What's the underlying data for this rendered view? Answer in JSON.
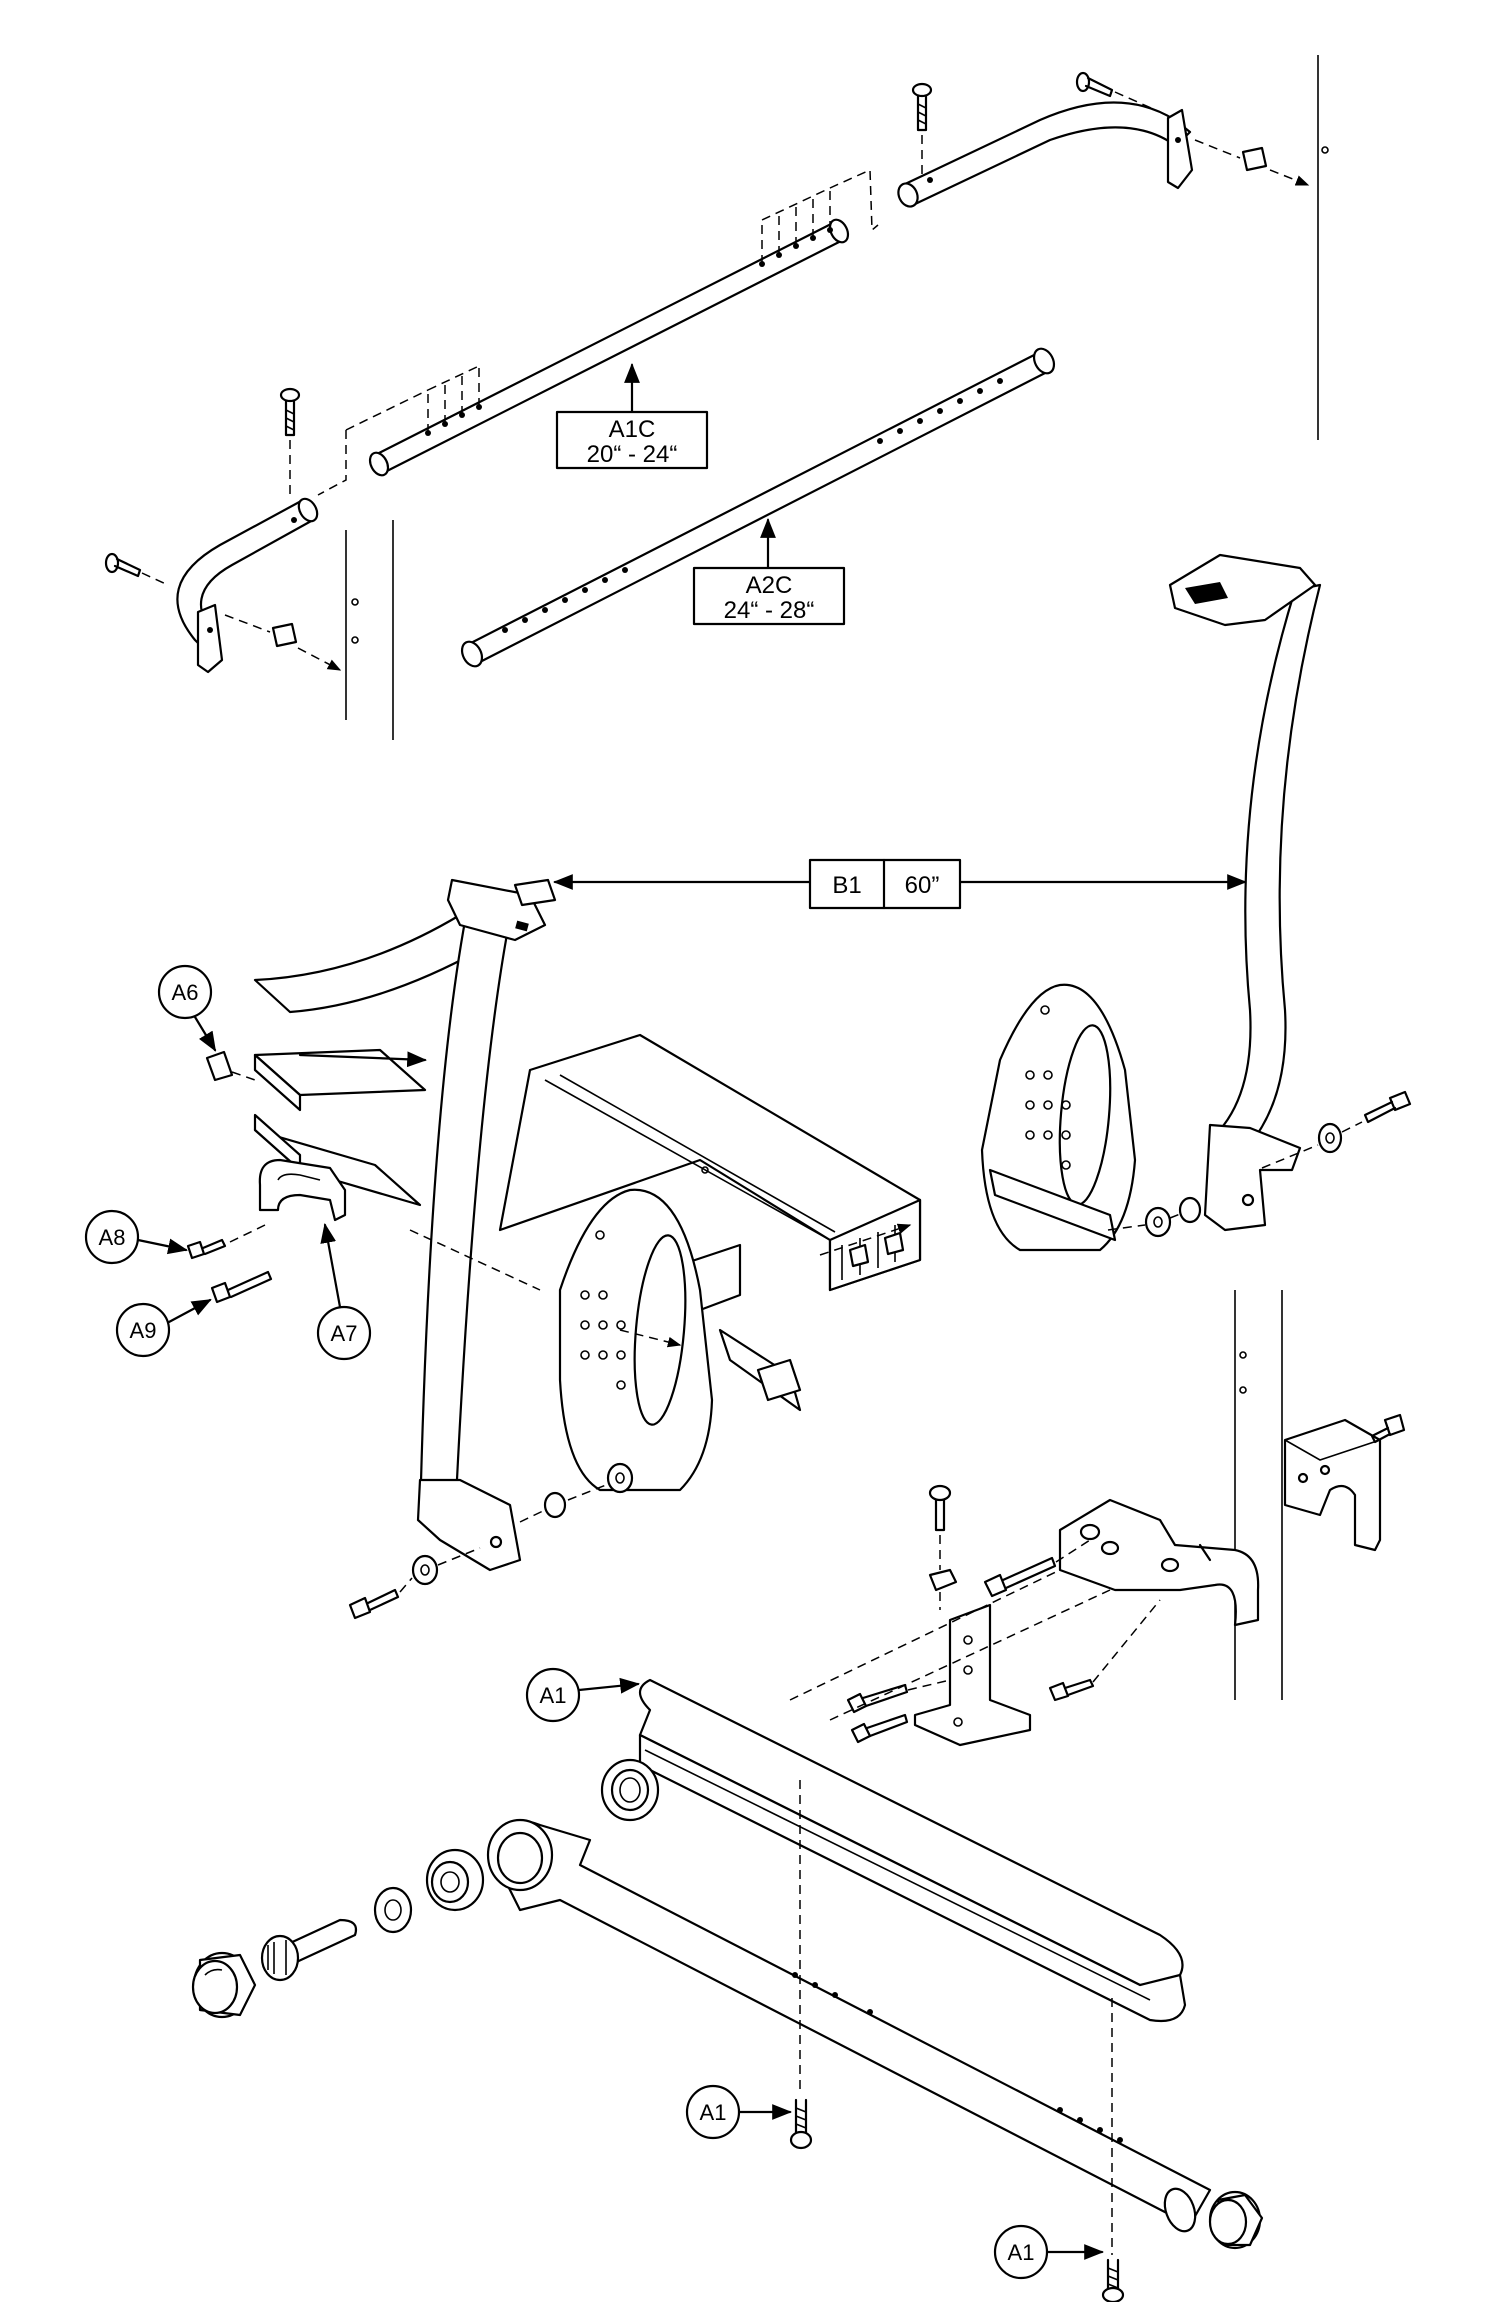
{
  "diagram": {
    "labels": {
      "a1c_code": "A1C",
      "a1c_range": "20“ - 24“",
      "a2c_code": "A2C",
      "a2c_range": "24“ - 28“",
      "b1_code": "B1",
      "b1_length": "60”"
    },
    "callouts": {
      "a6": "A6",
      "a7": "A7",
      "a8": "A8",
      "a9": "A9",
      "a1_pad": "A1",
      "a1_screw_mid": "A1",
      "a1_screw_bottom": "A1"
    }
  }
}
